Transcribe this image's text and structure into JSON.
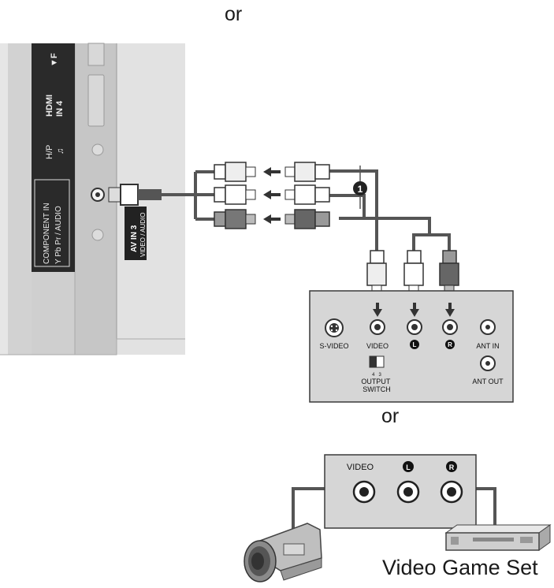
{
  "captions": {
    "or_top": "or",
    "or_middle": "or",
    "video_game_set": "Video Game Set"
  },
  "tv_panel": {
    "port_label_top": "▼F",
    "hdmi_label": "HDMI\nIN 4",
    "headphone_label": "H/P",
    "component_label": "COMPONENT IN",
    "component_sub_label": "Y Pb Pr / AUDIO",
    "av_in_label": "AV IN 3",
    "av_in_sub_label": "VIDEO / AUDIO"
  },
  "step_marker": "1",
  "vcr_panel": {
    "s_video_label": "S-VIDEO",
    "video_label": "VIDEO",
    "left_marker": "L",
    "right_marker": "R",
    "ant_in_label": "ANT IN",
    "ant_out_label": "ANT OUT",
    "output_switch_numbers": "4   3",
    "output_switch_label": "OUTPUT\nSWITCH"
  },
  "av_panel": {
    "video_label": "VIDEO",
    "left_marker": "L",
    "right_marker": "R"
  },
  "colors": {
    "cable": "#555555",
    "panel_bg": "#d6d6d6",
    "panel_border": "#3a3a3a",
    "tv_body": "#c9c9c9",
    "label_plate": "#222222"
  }
}
